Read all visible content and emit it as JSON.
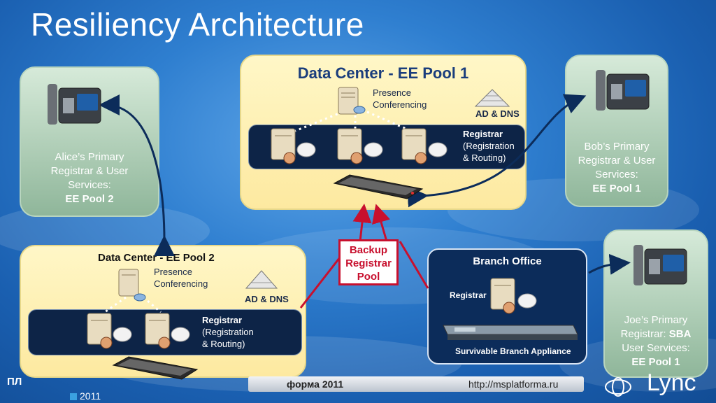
{
  "title": "Resiliency Architecture",
  "dc1": {
    "title": "Data Center - EE Pool 1",
    "presence_line1": "Presence",
    "presence_line2": "Conferencing",
    "ad_dns": "AD & DNS",
    "registrar_label": "Registrar",
    "registrar_sub1": "(Registration",
    "registrar_sub2": "& Routing)"
  },
  "dc2": {
    "title": "Data Center - EE Pool 2",
    "presence_line1": "Presence",
    "presence_line2": "Conferencing",
    "ad_dns": "AD & DNS",
    "registrar_label": "Registrar",
    "registrar_sub1": "(Registration",
    "registrar_sub2": "& Routing)"
  },
  "alice": {
    "line1": "Alice’s Primary",
    "line2": "Registrar & User",
    "line3": "Services:",
    "line4": "EE Pool 2"
  },
  "bob": {
    "line1": "Bob’s Primary",
    "line2": "Registrar & User",
    "line3": "Services:",
    "line4": "EE Pool 1"
  },
  "joe": {
    "line1": "Joe’s Primary",
    "line2": "Registrar:",
    "line2_bold": "SBA",
    "line3": "User Services:",
    "line4": "EE Pool 1"
  },
  "backup": {
    "line1": "Backup",
    "line2": "Registrar",
    "line3": "Pool"
  },
  "branch": {
    "title": "Branch Office",
    "registrar": "Registrar",
    "appliance": "Survivable Branch Appliance"
  },
  "footer": {
    "left_text": "ПЛ",
    "year": "2011",
    "center_text": "форма 2011",
    "url": "http://msplatforma.ru",
    "logo_text": "Lync"
  },
  "colors": {
    "accent_red": "#c8102e",
    "dc_title": "#1a3d7c",
    "arrow_navy": "#0c2c5a"
  }
}
